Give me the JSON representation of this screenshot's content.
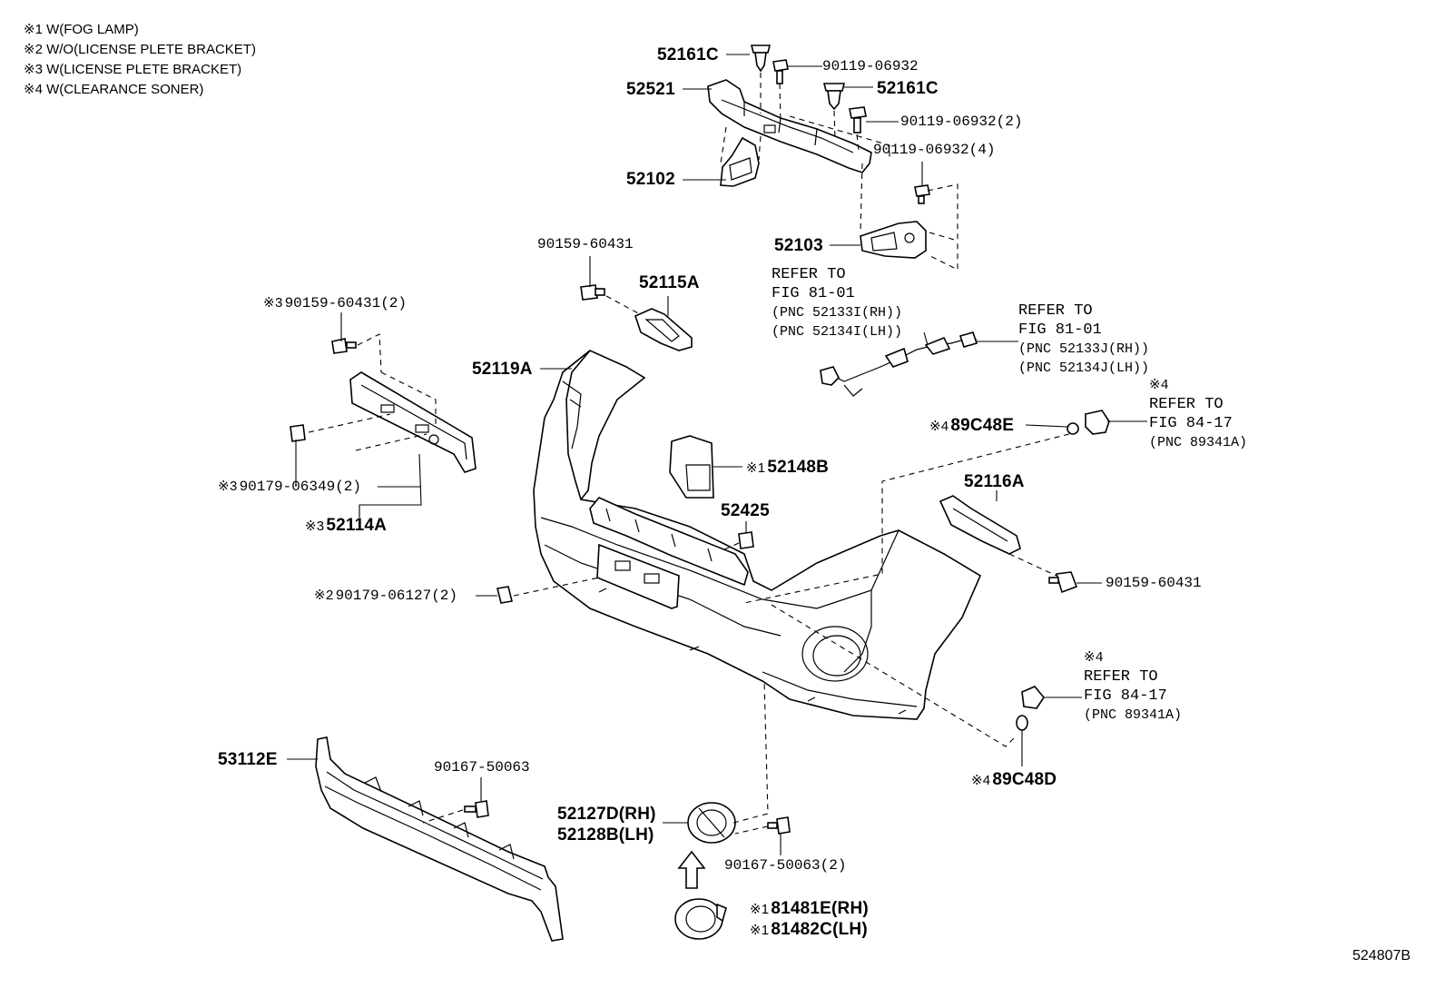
{
  "legend": [
    "※1 W(FOG LAMP)",
    "※2 W/O(LICENSE PLETE BRACKET)",
    "※3 W(LICENSE PLETE BRACKET)",
    "※4 W(CLEARANCE SONER)"
  ],
  "figure_id": "524807B",
  "parts": {
    "p52161c_top": "52161C",
    "p90119_06932_a": "90119-06932",
    "p52521": "52521",
    "p52161c_b": "52161C",
    "p90119_06932_2": "90119-06932(2)",
    "p90119_06932_4": "90119-06932(4)",
    "p52102": "52102",
    "p52103": "52103",
    "p90159_60431_top": "90159-60431",
    "p52115a": "52115A",
    "p90159_60431_2": "90159-60431(2)",
    "p52119a": "52119A",
    "p89c48e": "89C48E",
    "p52148b": "52148B",
    "p90179_06349": "90179-06349(2)",
    "p52114a": "52114A",
    "p52116a": "52116A",
    "p52425": "52425",
    "p90159_60431_r": "90159-60431",
    "p90179_06127": "90179-06127(2)",
    "p89c48d": "89C48D",
    "p53112e": "53112E",
    "p90167_50063": "90167-50063",
    "p52127d": "52127D(RH)",
    "p52128b": "52128B(LH)",
    "p90167_50063_2": "90167-50063(2)",
    "p81481e": "81481E(RH)",
    "p81482c": "81482C(LH)"
  },
  "markers": {
    "m1": "※1",
    "m2": "※2",
    "m3": "※3",
    "m4": "※4"
  },
  "refs": {
    "ref1": {
      "l1": "REFER TO",
      "l2": "FIG 81-01",
      "l3": "(PNC 52133I(RH))",
      "l4": "(PNC 52134I(LH))"
    },
    "ref2": {
      "l1": "REFER TO",
      "l2": "FIG 81-01",
      "l3": "(PNC 52133J(RH))",
      "l4": "(PNC 52134J(LH))"
    },
    "ref3": {
      "mark": "※4",
      "l1": "REFER TO",
      "l2": "FIG 84-17",
      "l3": "(PNC 89341A)"
    },
    "ref4": {
      "mark": "※4",
      "l1": "REFER TO",
      "l2": "FIG 84-17",
      "l3": "(PNC 89341A)"
    }
  }
}
